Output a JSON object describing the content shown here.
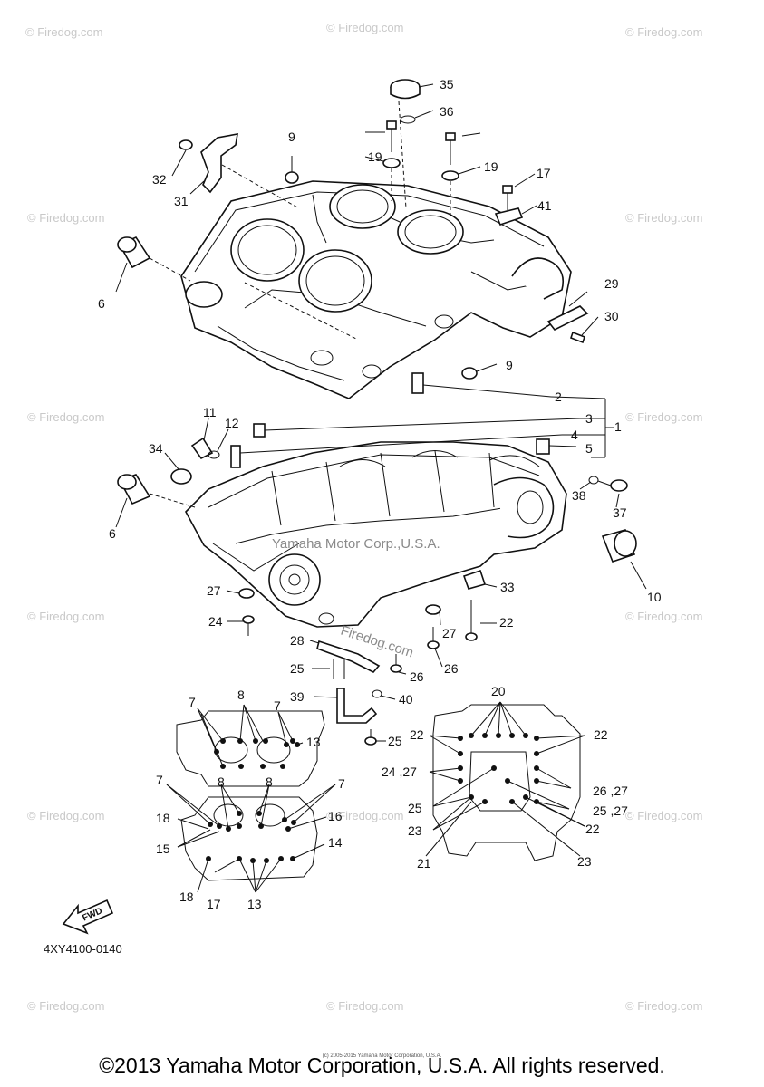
{
  "watermark_text": "© Firedog.com",
  "inline_watermarks": {
    "center": "Yamaha Motor Corp.,U.S.A.",
    "site": "Firedog.com"
  },
  "callouts": [
    "1",
    "2",
    "3",
    "4",
    "5",
    "6",
    "6",
    "7",
    "7",
    "7",
    "7",
    "8",
    "8",
    "8",
    "8",
    "9",
    "9",
    "10",
    "11",
    "12",
    "13",
    "13",
    "13",
    "14",
    "15",
    "15",
    "16",
    "16",
    "17",
    "17",
    "18",
    "18",
    "19",
    "19",
    "20",
    "21",
    "22",
    "22",
    "22",
    "22",
    "22",
    "23",
    "23",
    "24",
    "24 ,27",
    "25",
    "25",
    "25",
    "25 ,27",
    "26",
    "26",
    "26 ,27",
    "27",
    "27",
    "28",
    "29",
    "30",
    "31",
    "32",
    "33",
    "34",
    "35",
    "36",
    "37",
    "38",
    "39",
    "40",
    "41"
  ],
  "fwd_label": "FWD",
  "diagram_code": "4XY4100-0140",
  "mini_copyright": "(c) 2005-2015 Yamaha Motor Corporation, U.S.A.",
  "copyright": "©2013 Yamaha Motor Corporation, U.S.A. All rights reserved."
}
